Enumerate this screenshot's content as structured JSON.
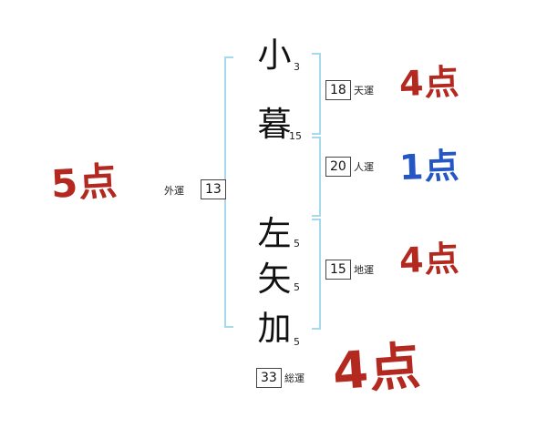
{
  "name": {
    "chars": [
      {
        "char": "小",
        "strokes": "3"
      },
      {
        "char": "暮",
        "strokes": "15"
      },
      {
        "char": "左",
        "strokes": "5"
      },
      {
        "char": "矢",
        "strokes": "5"
      },
      {
        "char": "加",
        "strokes": "5"
      }
    ]
  },
  "fortunes": {
    "tenun": {
      "number": "18",
      "label": "天運",
      "score": "4点"
    },
    "jinun": {
      "number": "20",
      "label": "人運",
      "score": "1点"
    },
    "chiun": {
      "number": "15",
      "label": "地運",
      "score": "4点"
    },
    "gaiun": {
      "number": "13",
      "label": "外運",
      "score": "5点"
    },
    "soun": {
      "number": "33",
      "label": "総運",
      "score": "4点"
    }
  },
  "colors": {
    "score_red": "#b3281f",
    "score_blue": "#2457c5",
    "bracket_blue": "#a6d9ee"
  }
}
